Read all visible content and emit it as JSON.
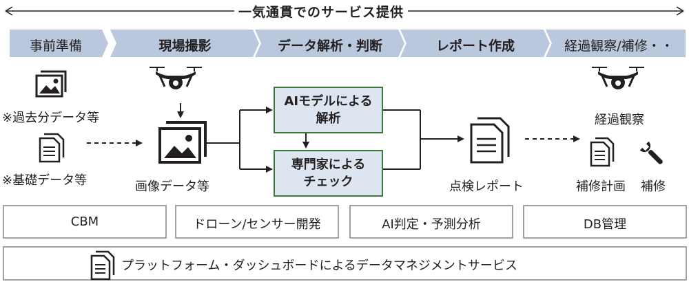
{
  "title": "一気通貫でのサービス提供",
  "phases": [
    {
      "label": "事前準備"
    },
    {
      "label": "現場撮影"
    },
    {
      "label": "データ解析・判断"
    },
    {
      "label": "レポート作成"
    },
    {
      "label": "経過観察/補修・・"
    }
  ],
  "inputs": {
    "past_data": "※過去分データ等",
    "base_data": "※基礎データ等"
  },
  "image_data": "画像データ等",
  "analysis": {
    "ai_line1": "AIモデルによる",
    "ai_line2": "解析",
    "expert_line1": "専門家による",
    "expert_line2": "チェック"
  },
  "report": "点検レポート",
  "followup": {
    "observation": "経過観察",
    "repair_plan": "補修計画",
    "repair": "補修"
  },
  "tech_boxes": [
    {
      "label": "CBM"
    },
    {
      "label": "ドローン/センサー開発"
    },
    {
      "label": "AI判定・予測分析"
    },
    {
      "label": "DB管理"
    }
  ],
  "platform": "プラットフォーム・ダッシュボードによるデータマネジメントサービス",
  "colors": {
    "phase_fill": "#b9c8dc",
    "analysis_fill": "#dde6f0",
    "analysis_border": "#3d7a3a",
    "line": "#231f20"
  }
}
